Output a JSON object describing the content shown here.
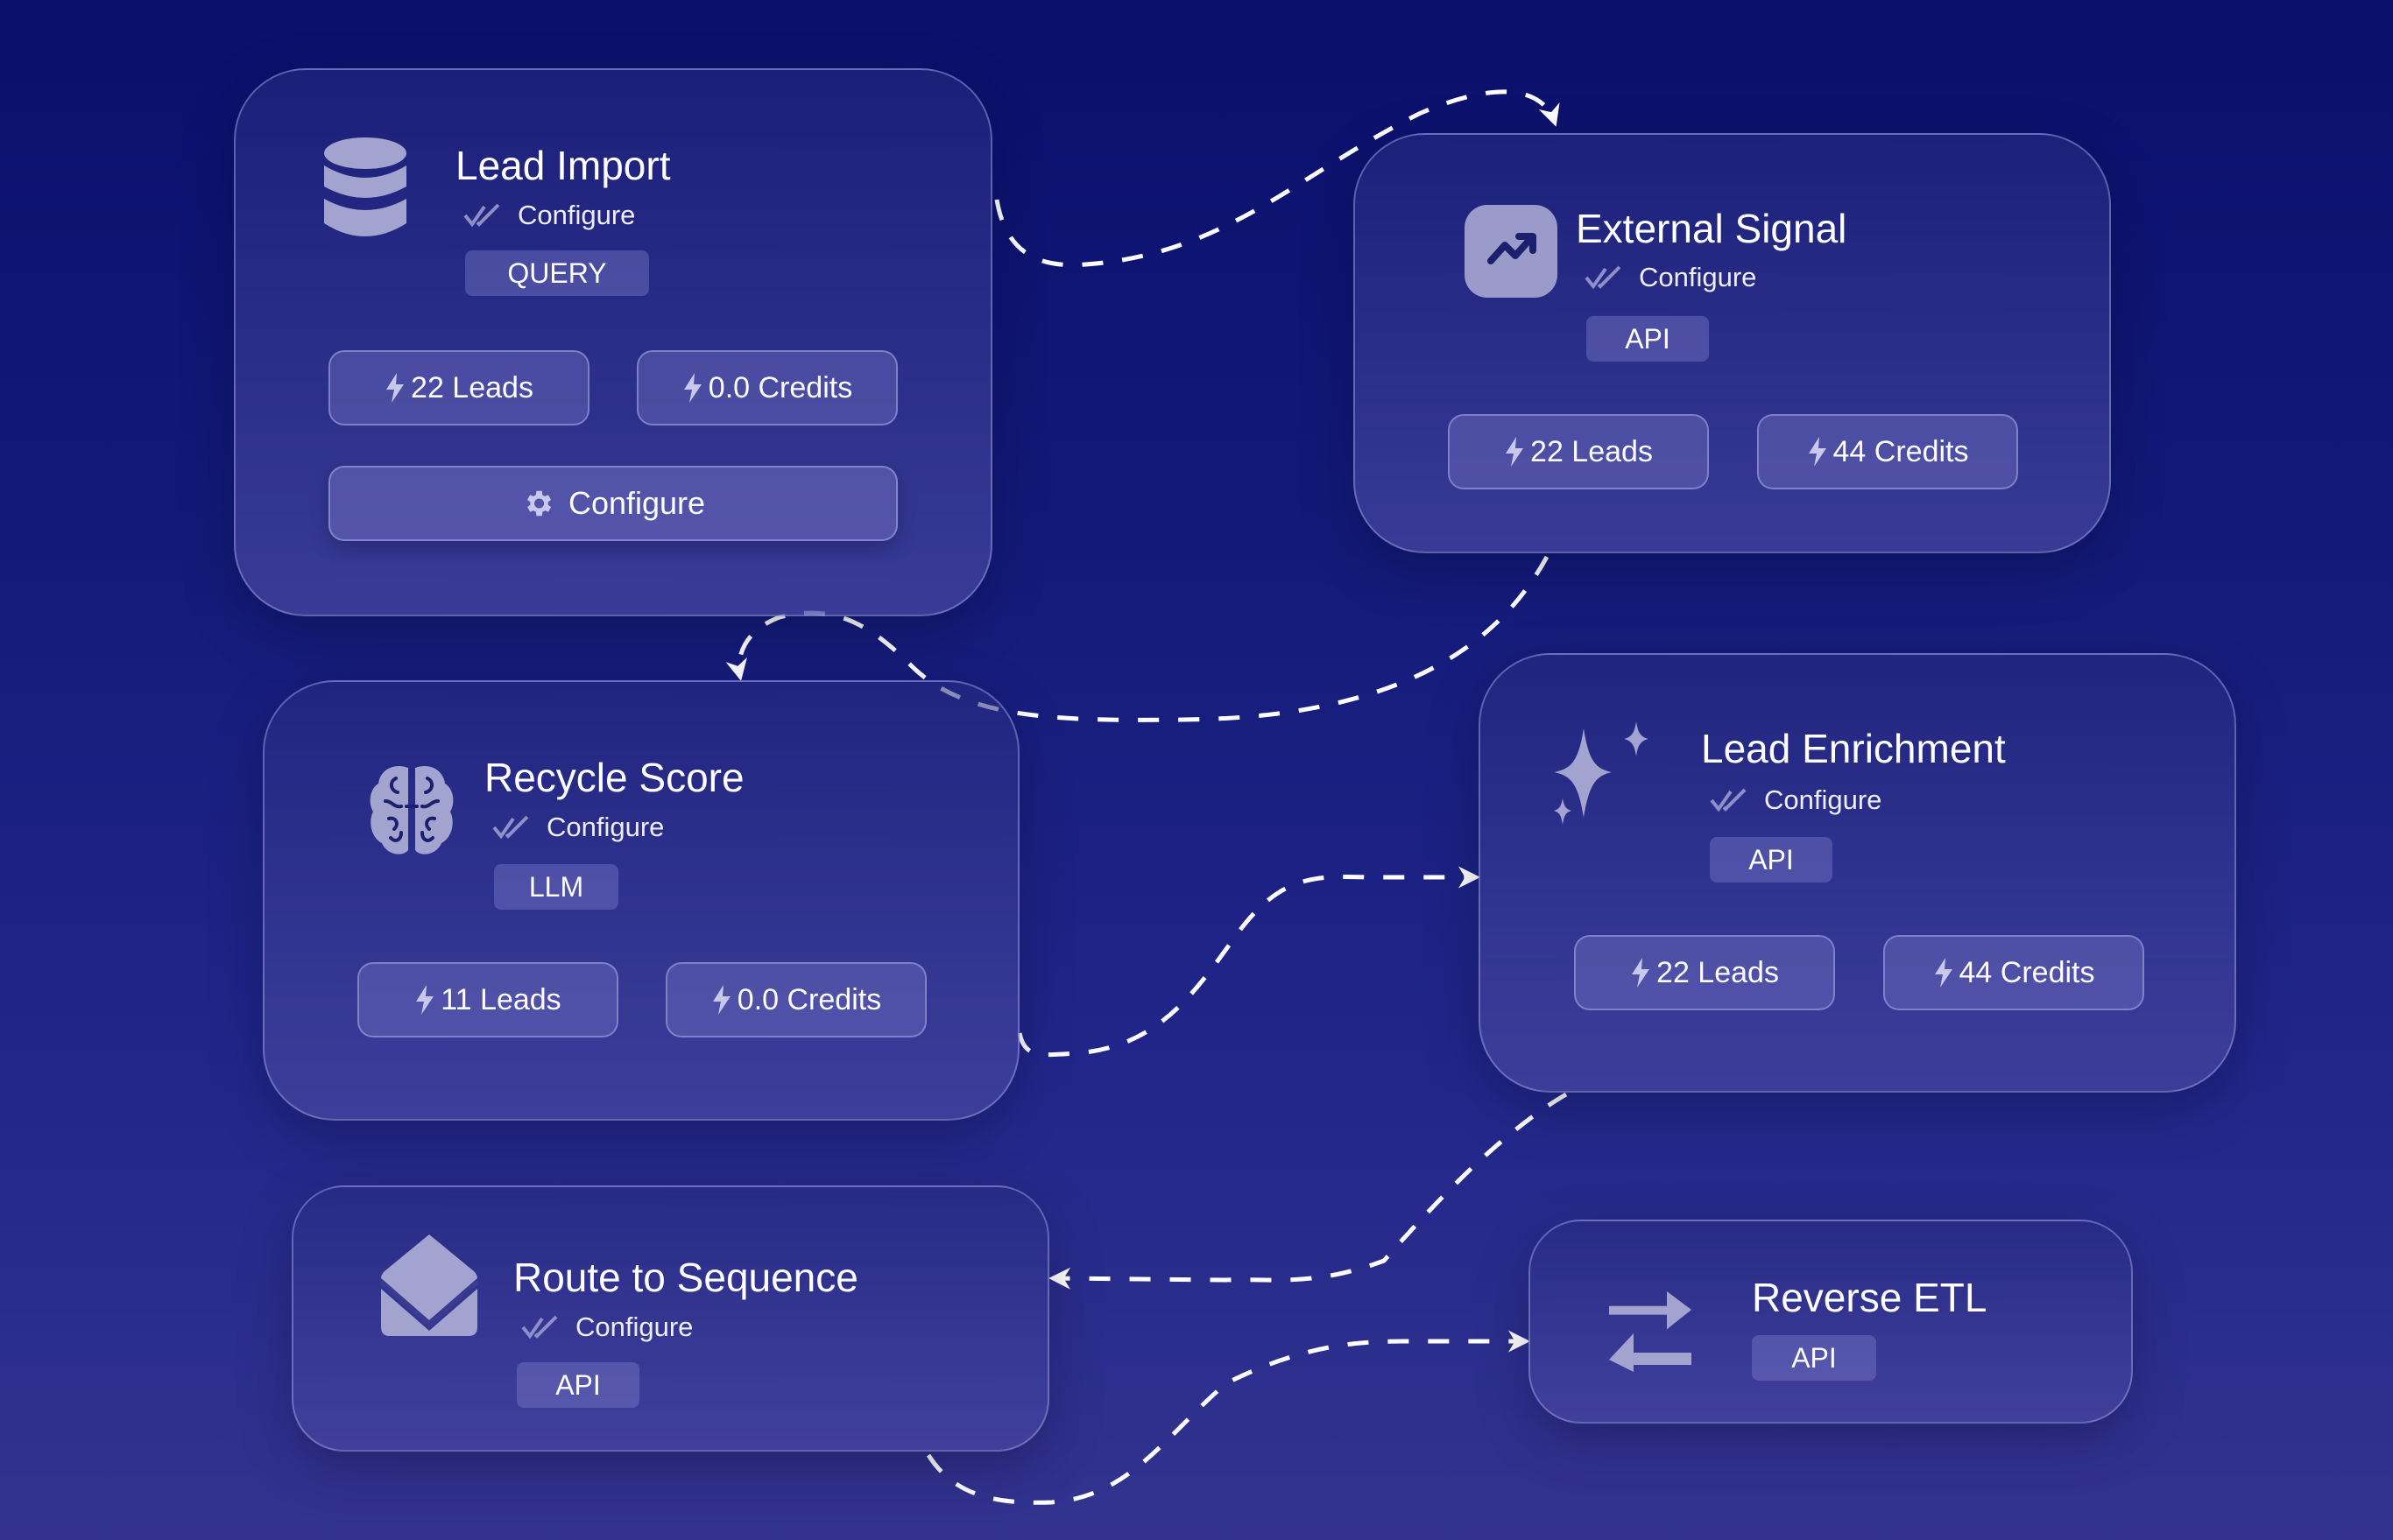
{
  "colors": {
    "background_top": "#0a0f6b",
    "background_bottom": "#33338f",
    "icon_fill": "#a3a3cf",
    "connector": "#ffffff"
  },
  "nodes": {
    "lead_import": {
      "title": "Lead Import",
      "icon": "database-icon",
      "status": "Configure",
      "tag": "QUERY",
      "leads": "22 Leads",
      "credits": "0.0 Credits",
      "configure_button": "Configure"
    },
    "external_signal": {
      "title": "External Signal",
      "icon": "trending-up-icon",
      "status": "Configure",
      "tag": "API",
      "leads": "22 Leads",
      "credits": "44 Credits"
    },
    "recycle_score": {
      "title": "Recycle Score",
      "icon": "brain-icon",
      "status": "Configure",
      "tag": "LLM",
      "leads": "11 Leads",
      "credits": "0.0 Credits"
    },
    "lead_enrichment": {
      "title": "Lead Enrichment",
      "icon": "sparkles-icon",
      "status": "Configure",
      "tag": "API",
      "leads": "22 Leads",
      "credits": "44 Credits"
    },
    "route_to_sequence": {
      "title": "Route to Sequence",
      "icon": "envelope-open-icon",
      "status": "Configure",
      "tag": "API"
    },
    "reverse_etl": {
      "title": "Reverse ETL",
      "icon": "arrows-exchange-icon",
      "tag": "API"
    }
  },
  "edges": [
    {
      "from": "Lead Import",
      "to": "External Signal"
    },
    {
      "from": "External Signal",
      "to": "Recycle Score"
    },
    {
      "from": "Recycle Score",
      "to": "Lead Enrichment"
    },
    {
      "from": "Lead Enrichment",
      "to": "Route to Sequence"
    },
    {
      "from": "Route to Sequence",
      "to": "Reverse ETL"
    }
  ]
}
